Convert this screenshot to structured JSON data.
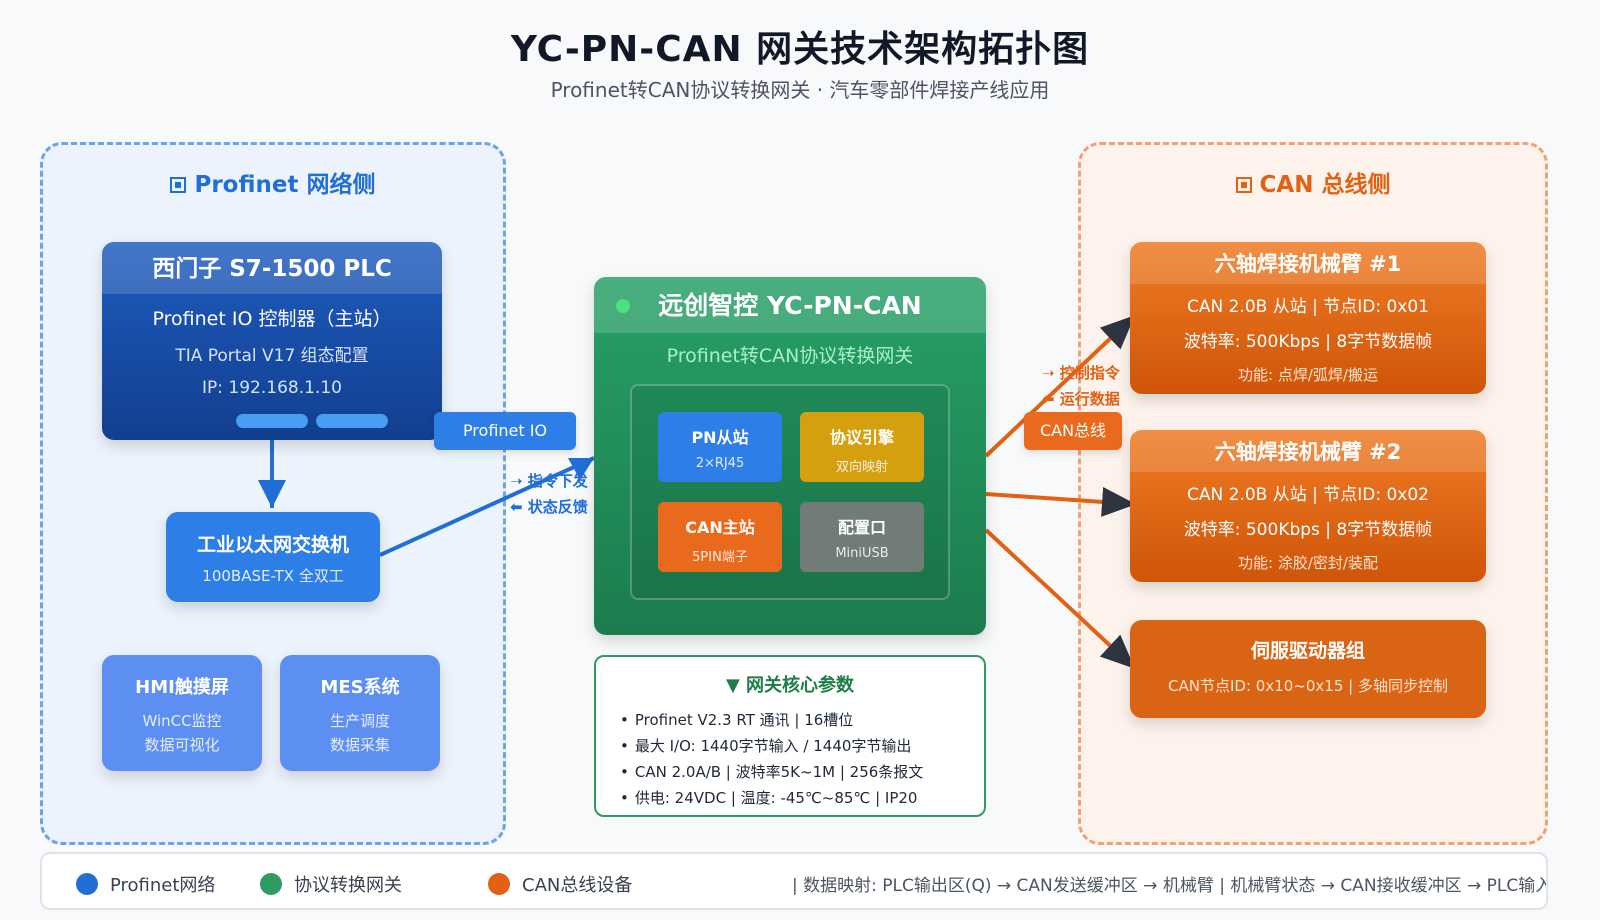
{
  "title": "YC-PN-CAN 网关技术架构拓扑图",
  "subtitle": "Profinet转CAN协议转换网关 · 汽车零部件焊接产线应用",
  "zones": {
    "profinet": "Profinet 网络侧",
    "can": "CAN 总线侧"
  },
  "plc": {
    "title": "西门子 S7-1500 PLC",
    "line1": "Profinet IO 控制器（主站）",
    "line2": "TIA Portal V17 组态配置",
    "line3": "IP: 192.168.1.10"
  },
  "switch": {
    "title": "工业以太网交换机",
    "subtitle": "100BASE-TX 全双工"
  },
  "hmi": {
    "title": "HMI触摸屏",
    "line1": "WinCC监控",
    "line2": "数据可视化"
  },
  "mes": {
    "title": "MES系统",
    "line1": "生产调度",
    "line2": "数据采集"
  },
  "links": {
    "profinet_label": "Profinet IO",
    "can_label": "CAN总线",
    "pn_cmd": "指令下发",
    "pn_status": "状态反馈",
    "can_cmd": "控制指令",
    "can_data": "运行数据"
  },
  "gateway": {
    "title": "远创智控 YC-PN-CAN",
    "subtitle": "Profinet转CAN协议转换网关",
    "modules": [
      {
        "title": "PN从站",
        "sub": "2×RJ45"
      },
      {
        "title": "协议引擎",
        "sub": "双向映射"
      },
      {
        "title": "CAN主站",
        "sub": "5PIN端子"
      },
      {
        "title": "配置口",
        "sub": "MiniUSB"
      }
    ]
  },
  "params": {
    "title": "▼ 网关核心参数",
    "items": [
      "Profinet V2.3 RT 通讯 | 16槽位",
      "最大 I/O: 1440字节输入 / 1440字节输出",
      "CAN 2.0A/B | 波特率5K~1M | 256条报文",
      "供电: 24VDC | 温度: -45℃~85℃ | IP20"
    ]
  },
  "devices": [
    {
      "title": "六轴焊接机械臂 #1",
      "line1": "CAN 2.0B 从站 | 节点ID: 0x01",
      "line2": "波特率: 500Kbps | 8字节数据帧",
      "line3": "功能: 点焊/弧焊/搬运"
    },
    {
      "title": "六轴焊接机械臂 #2",
      "line1": "CAN 2.0B 从站 | 节点ID: 0x02",
      "line2": "波特率: 500Kbps | 8字节数据帧",
      "line3": "功能: 涂胶/密封/装配"
    },
    {
      "title": "伺服驱动器组",
      "line1": "CAN节点ID: 0x10~0x15 | 多轴同步控制"
    }
  ],
  "legend": {
    "items": [
      "Profinet网络",
      "协议转换网关",
      "CAN总线设备"
    ],
    "colors": [
      "#1f6fd6",
      "#2e9c62",
      "#e26112"
    ],
    "mapping": "| 数据映射: PLC输出区(Q) → CAN发送缓冲区 → 机械臂 | 机械臂状态 → CAN接收缓冲区 → PLC输入区"
  },
  "colors": {
    "profinet": "#1f6fd6",
    "gateway": "#2e9c62",
    "can": "#e26112"
  }
}
